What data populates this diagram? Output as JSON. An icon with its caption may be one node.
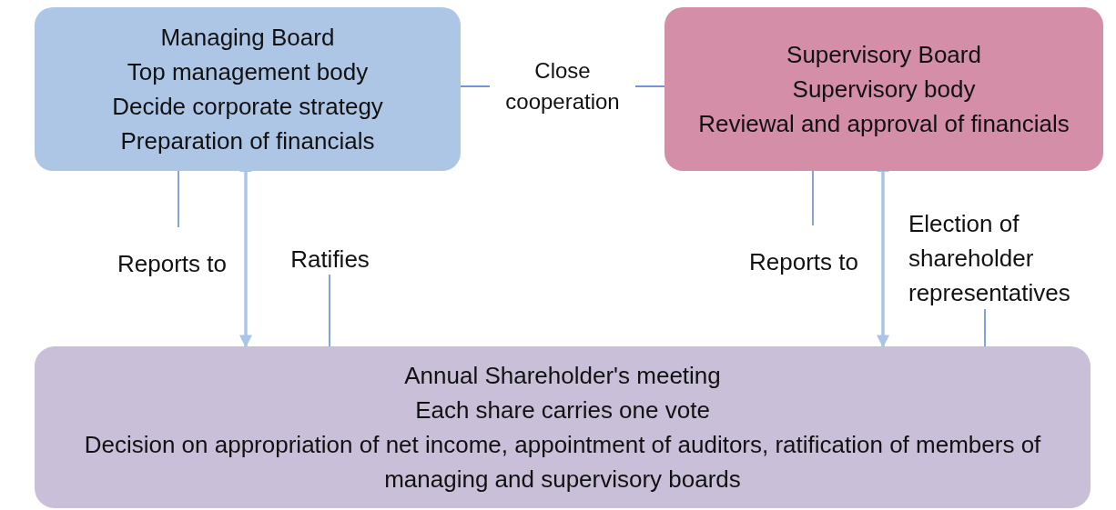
{
  "diagram": {
    "nodes": [
      {
        "text": [
          "Managing Board",
          "Top management body",
          "Decide corporate strategy",
          "Preparation of financials"
        ]
      },
      {
        "text": [
          "Supervisory Board",
          "Supervisory body",
          "Reviewal and approval of financials"
        ]
      },
      {
        "text": [
          "Annual Shareholder's meeting",
          "Each share carries one vote",
          "Decision on appropriation of net income, appointment of auditors, ratification of members of managing and supervisory boards"
        ]
      },
      {
        "text": [
          "Reports to"
        ]
      },
      {
        "text": [
          "Ratifies"
        ]
      },
      {
        "text": [
          "Reports to"
        ]
      },
      {
        "text": [
          "Election of shareholder representatives"
        ]
      }
    ],
    "edges": [
      {
        "from": 0,
        "to": 1,
        "arrow": "none",
        "label": "Close cooperation"
      },
      {
        "from": 0,
        "to": 2,
        "arrow": "both",
        "style": "thick",
        "color": "#a9c4e6"
      },
      {
        "from": 1,
        "to": 2,
        "arrow": "both",
        "style": "thick",
        "color": "#a9c4e6"
      },
      {
        "from": 0,
        "to": 3,
        "arrow": "none"
      },
      {
        "from": 4,
        "to": 2,
        "arrow": "none"
      },
      {
        "from": 1,
        "to": 5,
        "arrow": "none"
      },
      {
        "from": 6,
        "to": 2,
        "arrow": "none"
      }
    ]
  }
}
